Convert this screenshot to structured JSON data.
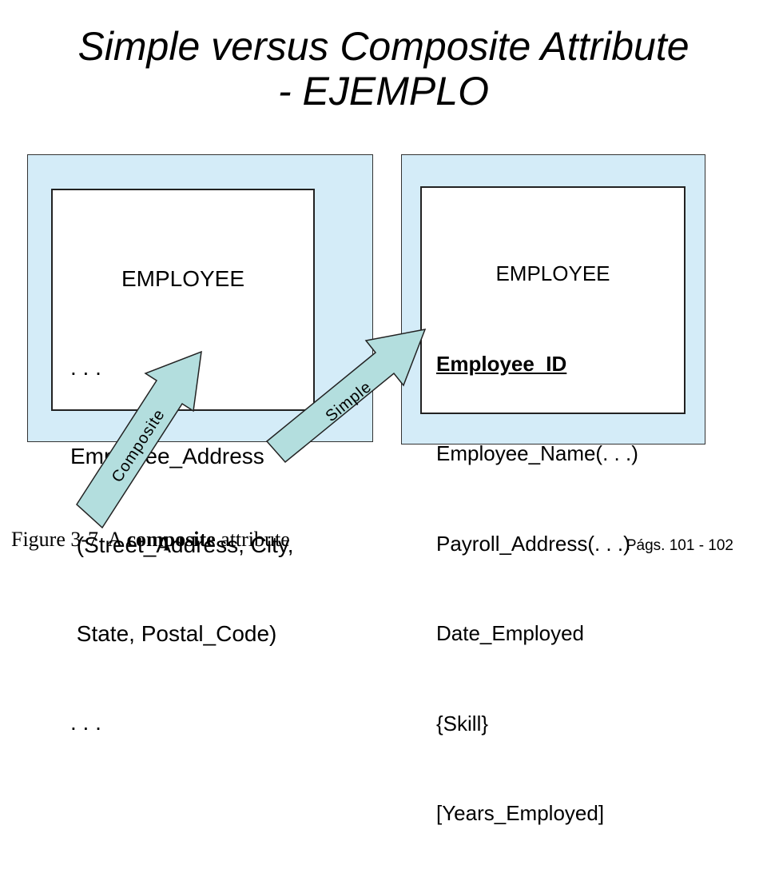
{
  "title": {
    "line1": "Simple versus Composite Attribute",
    "line2": "- EJEMPLO"
  },
  "left_entity": {
    "name": "EMPLOYEE",
    "lines": [
      ". . .",
      "Employee_Address",
      " (Street_Address, City,",
      " State, Postal_Code)",
      ". . ."
    ]
  },
  "right_entity": {
    "name": "EMPLOYEE",
    "primary_key": "Employee_ID",
    "lines": [
      "Employee_Name(. . .)",
      "Payroll_Address(. . .)",
      "Date_Employed",
      "{Skill}",
      "[Years_Employed]"
    ]
  },
  "arrows": {
    "composite_label": "Composite",
    "simple_label": "Simple"
  },
  "caption": {
    "prefix": "Figure 3-7  A ",
    "bold": "composite",
    "suffix": " attribute"
  },
  "pages": "Págs. 101 - 102",
  "colors": {
    "panel": "#d4ecf8",
    "arrow_fill": "#b3dede"
  }
}
